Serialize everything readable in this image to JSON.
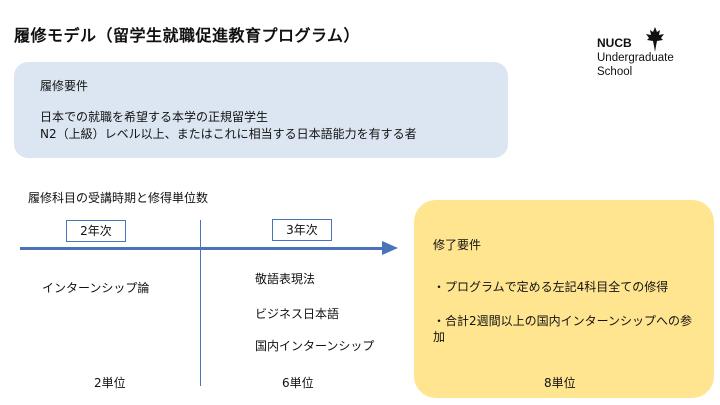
{
  "title": "履修モデル（留学生就職促進教育プログラム）",
  "logo": {
    "line1": "NUCB",
    "line2": "Undergraduate",
    "line3": "School"
  },
  "requirements": {
    "heading": "履修要件",
    "lines": [
      "日本での就職を希望する本学の正規留学生",
      "N2（上級）レベル以上、またはこれに相当する日本語能力を有する者"
    ]
  },
  "subjects_heading": "履修科目の受講時期と修得単位数",
  "year2": {
    "label": "2年次",
    "courses": [
      "インターンシップ論"
    ],
    "units": "2単位"
  },
  "year3": {
    "label": "3年次",
    "courses": [
      "敬語表現法",
      "ビジネス日本語",
      "国内インターンシップ"
    ],
    "units": "6単位"
  },
  "completion": {
    "heading": "修了要件",
    "items": [
      "・プログラムで定める左記4科目全ての修得",
      "・合計2週間以上の国内インターンシップへの参加"
    ],
    "units": "8単位"
  },
  "colors": {
    "accent": "#4a74b8",
    "req_bg": "#dce6f2",
    "comp_bg": "#ffe58f"
  }
}
